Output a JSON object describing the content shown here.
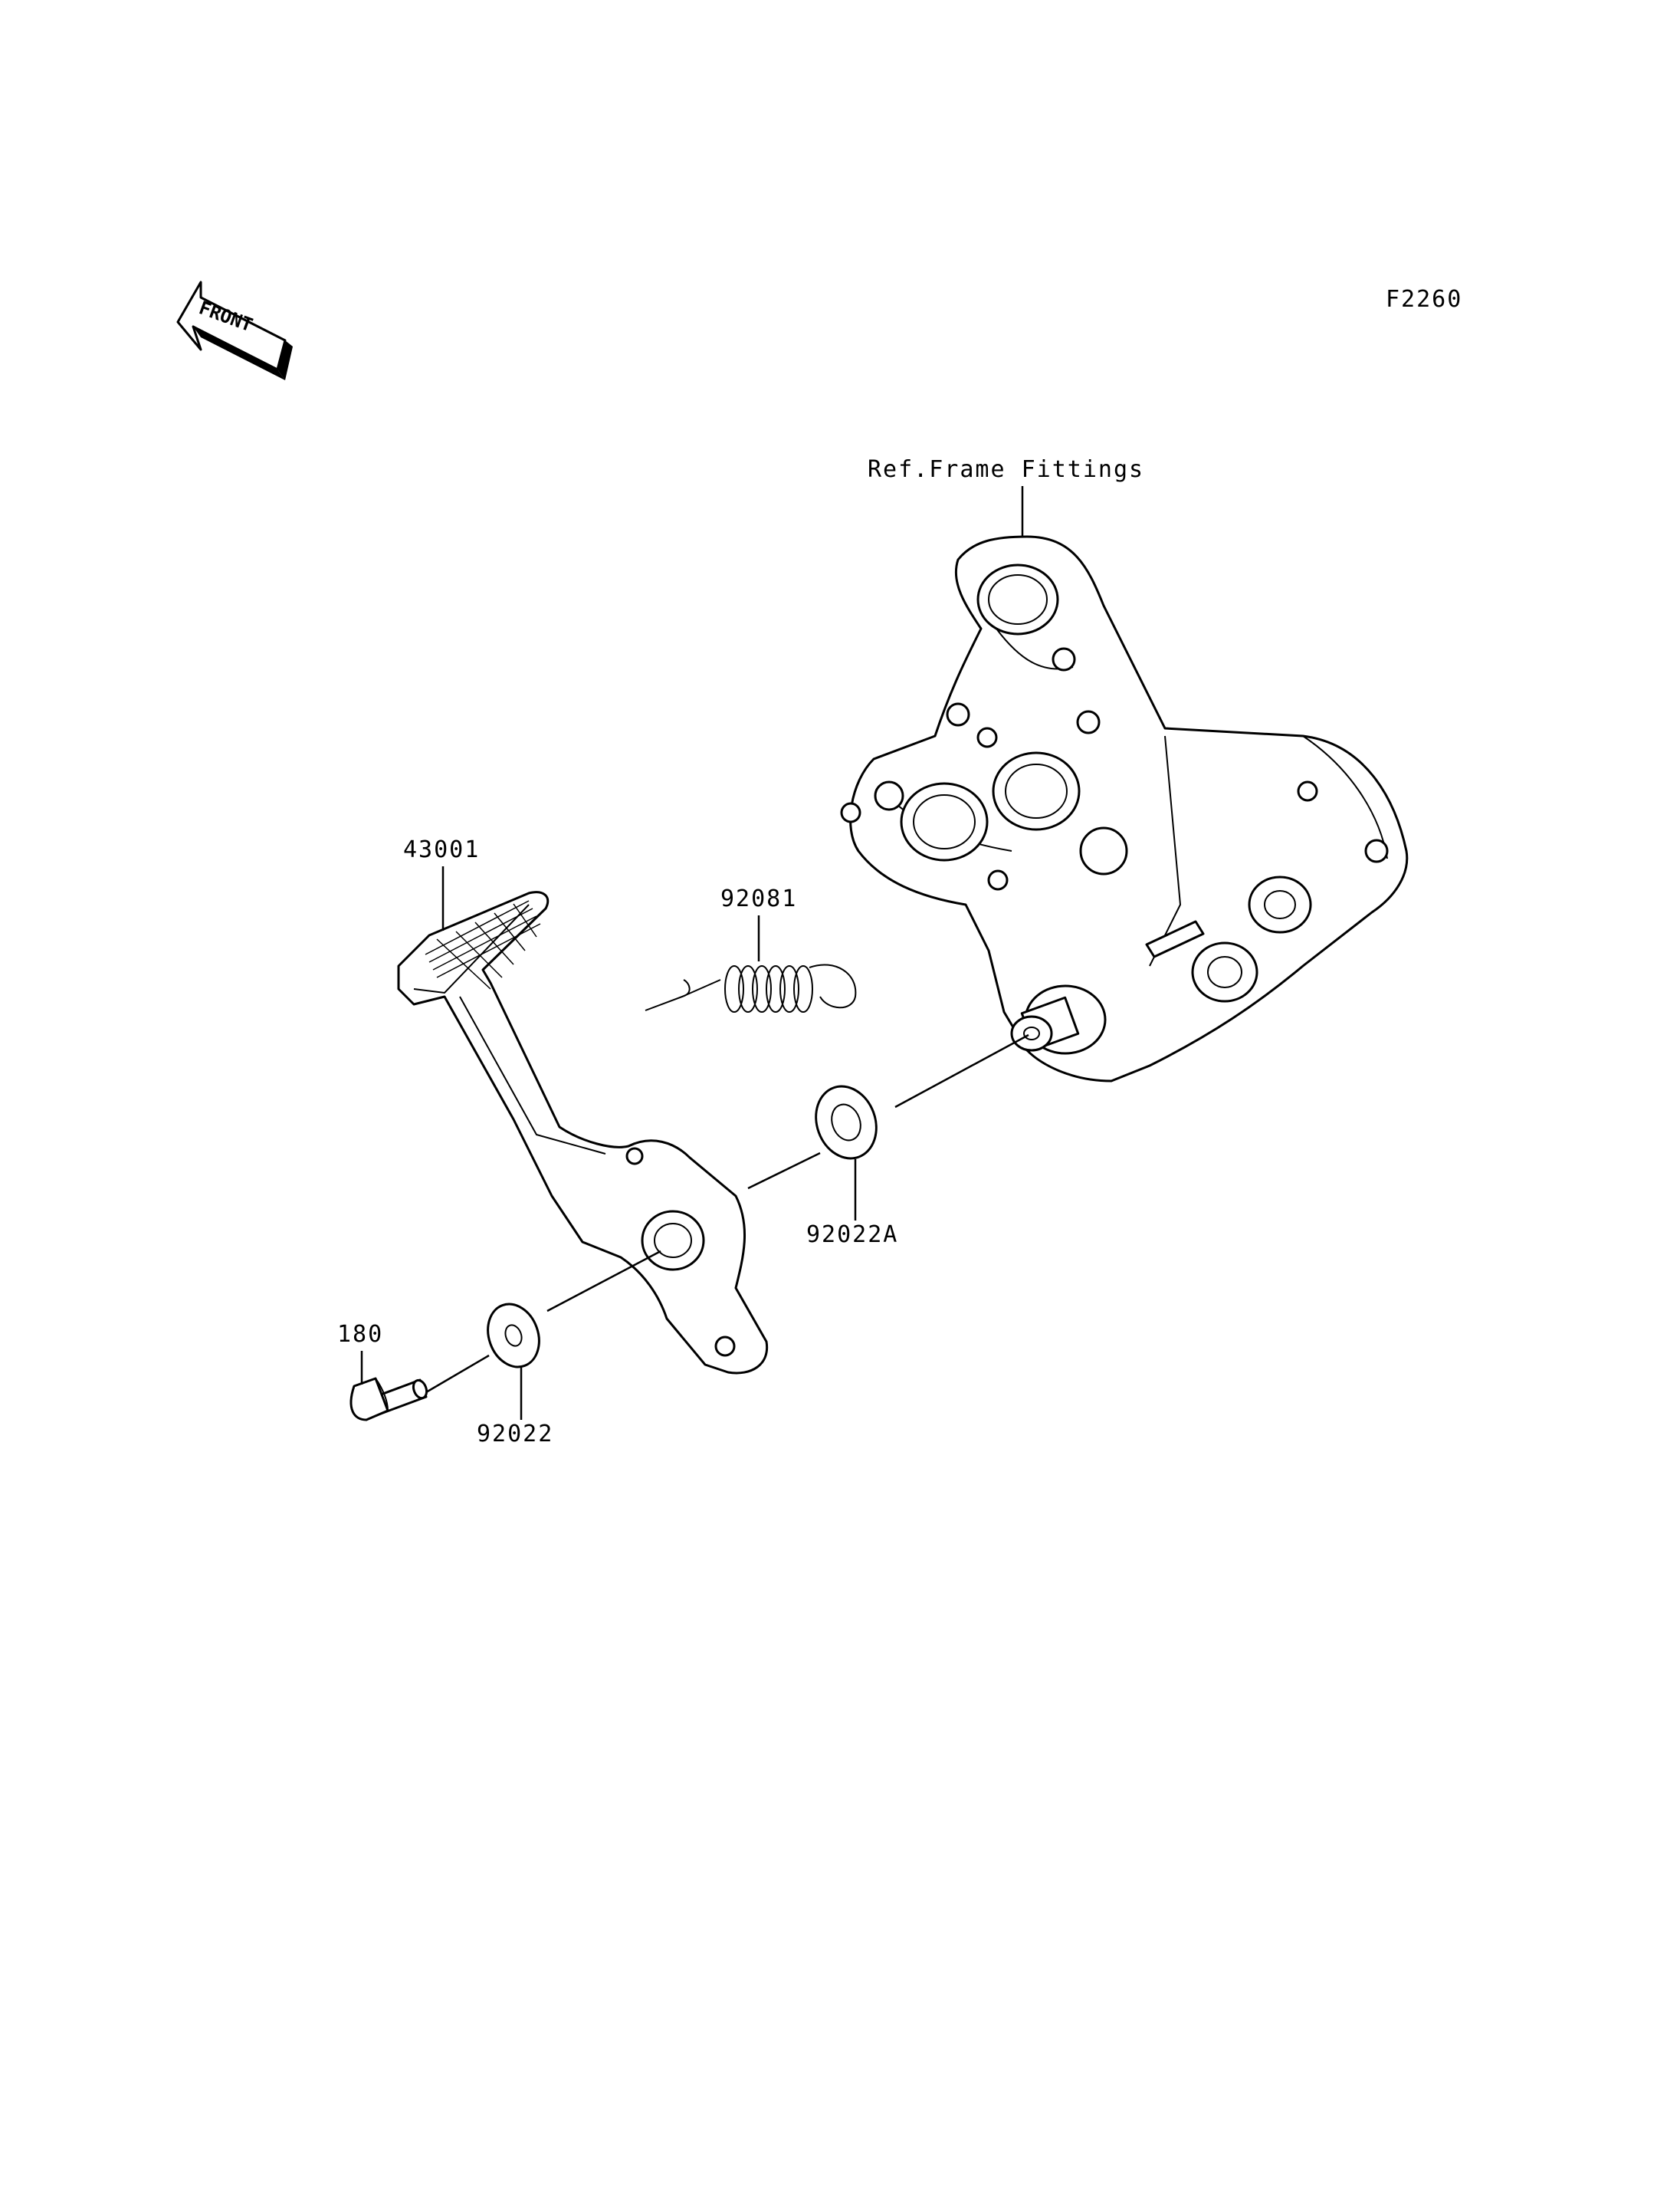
{
  "diagram": {
    "figure_code": "F2260",
    "front_label": "FRONT",
    "reference_label": "Ref.Frame Fittings",
    "callouts": [
      {
        "id": "pedal",
        "text": "43001"
      },
      {
        "id": "spring",
        "text": "92081"
      },
      {
        "id": "washer_a",
        "text": "92022A"
      },
      {
        "id": "bolt",
        "text": "180"
      },
      {
        "id": "washer",
        "text": "92022"
      }
    ]
  }
}
